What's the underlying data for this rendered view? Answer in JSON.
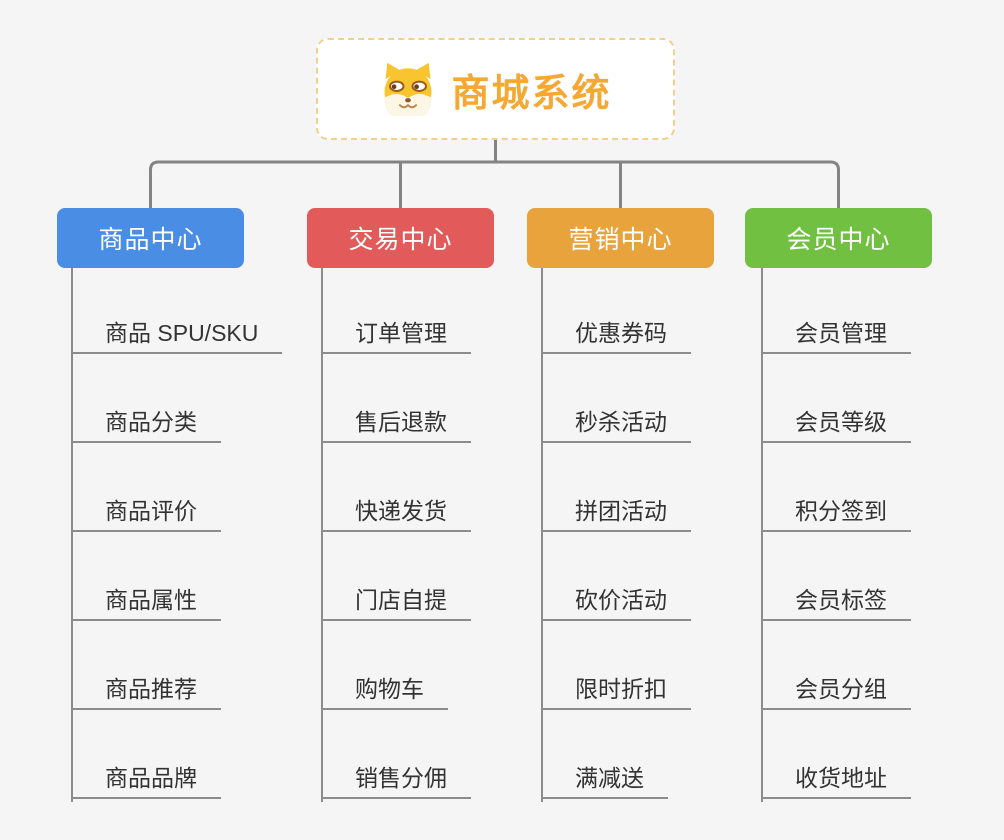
{
  "diagram": {
    "type": "mindmap-org-chart",
    "background_color": "#f5f5f5",
    "connector_color": "#848484",
    "leaf_line_color": "#8c8c8c"
  },
  "root": {
    "label": "商城系统",
    "icon": "shiba-dog-icon",
    "text_color": "#f5a834",
    "border_color": "#f2cf8e",
    "background": "#ffffff"
  },
  "branches": [
    {
      "label": "商品中心",
      "color": "#4a8de4",
      "items": [
        "商品 SPU/SKU",
        "商品分类",
        "商品评价",
        "商品属性",
        "商品推荐",
        "商品品牌"
      ]
    },
    {
      "label": "交易中心",
      "color": "#e25a5a",
      "items": [
        "订单管理",
        "售后退款",
        "快递发货",
        "门店自提",
        "购物车",
        "销售分佣"
      ]
    },
    {
      "label": "营销中心",
      "color": "#e8a33c",
      "items": [
        "优惠券码",
        "秒杀活动",
        "拼团活动",
        "砍价活动",
        "限时折扣",
        "满减送"
      ]
    },
    {
      "label": "会员中心",
      "color": "#72c041",
      "items": [
        "会员管理",
        "会员等级",
        "积分签到",
        "会员标签",
        "会员分组",
        "收货地址"
      ]
    }
  ]
}
